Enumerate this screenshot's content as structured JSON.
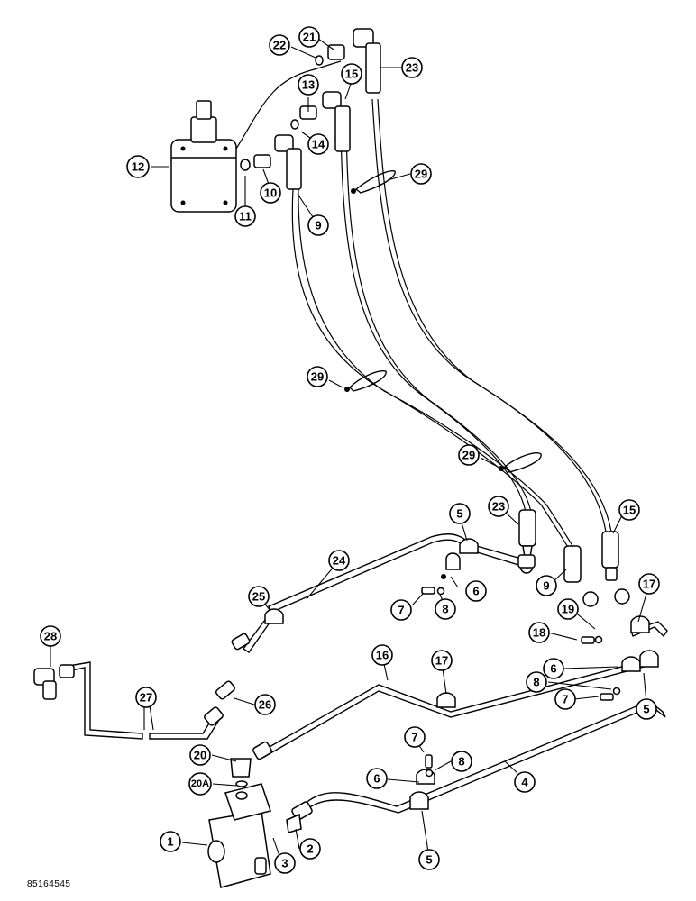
{
  "document_id": "85164545",
  "callouts": {
    "c1": "1",
    "c2": "2",
    "c3": "3",
    "c4": "4",
    "c5a": "5",
    "c5b": "5",
    "c5c": "5",
    "c6a": "6",
    "c6b": "6",
    "c6c": "6",
    "c7a": "7",
    "c7b": "7",
    "c7c": "7",
    "c8a": "8",
    "c8b": "8",
    "c8c": "8",
    "c9a": "9",
    "c9b": "9",
    "c10": "10",
    "c11": "11",
    "c12": "12",
    "c13": "13",
    "c14": "14",
    "c15a": "15",
    "c15b": "15",
    "c16": "16",
    "c17a": "17",
    "c17b": "17",
    "c18": "18",
    "c19": "19",
    "c20": "20",
    "c20a": "20A",
    "c21": "21",
    "c22": "22",
    "c23a": "23",
    "c23b": "23",
    "c24": "24",
    "c25": "25",
    "c26": "26",
    "c27": "27",
    "c28": "28",
    "c29a": "29",
    "c29b": "29",
    "c29c": "29"
  }
}
